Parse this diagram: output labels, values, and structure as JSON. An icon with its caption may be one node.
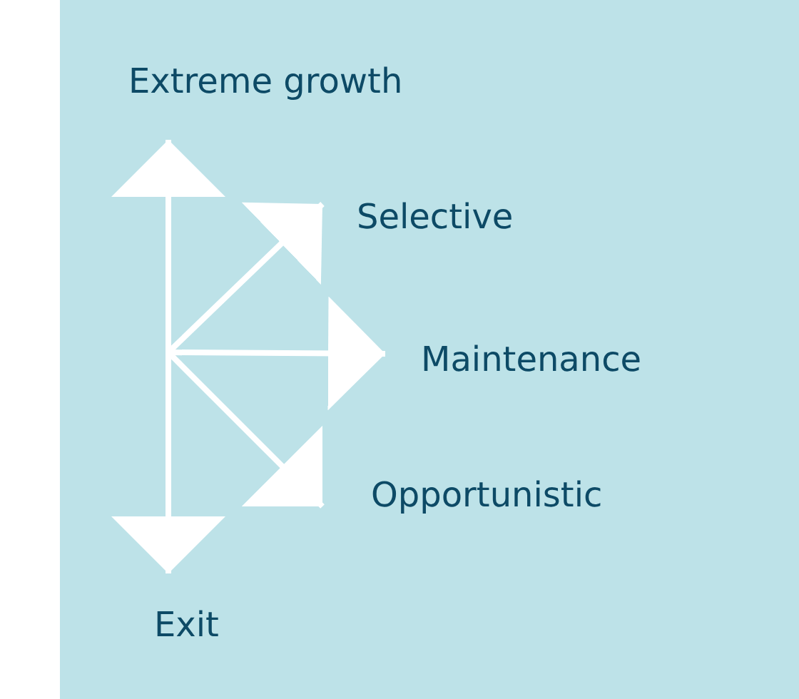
{
  "diagram": {
    "nodes": [
      {
        "text": [
          "Extreme growth"
        ]
      },
      {
        "text": [
          "Selective"
        ]
      },
      {
        "text": [
          "Maintenance"
        ]
      },
      {
        "text": [
          "Opportunistic"
        ]
      },
      {
        "text": [
          "Exit"
        ]
      }
    ],
    "edges": [
      {
        "from": null,
        "to": 0,
        "arrow": "to"
      },
      {
        "from": null,
        "to": 1,
        "arrow": "to"
      },
      {
        "from": null,
        "to": 2,
        "arrow": "to"
      },
      {
        "from": null,
        "to": 3,
        "arrow": "to"
      },
      {
        "from": null,
        "to": 4,
        "arrow": "to"
      }
    ]
  }
}
